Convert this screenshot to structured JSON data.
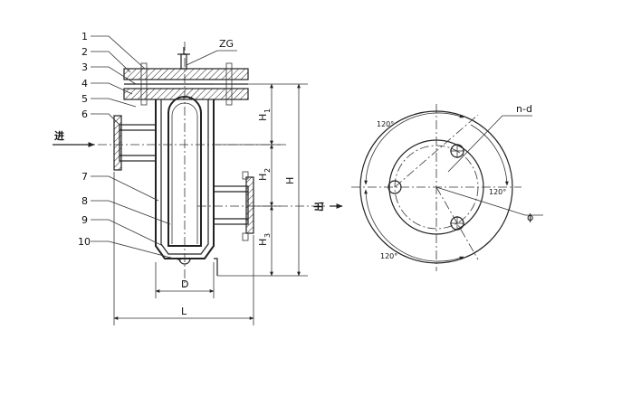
{
  "callouts": [
    "1",
    "2",
    "3",
    "4",
    "5",
    "6",
    "7",
    "8",
    "9",
    "10"
  ],
  "labels": {
    "zg": "ZG",
    "inlet": "进",
    "outlet": "出",
    "h1": "H",
    "h1_sub": "1",
    "h2": "H",
    "h2_sub": "2",
    "h3": "H",
    "h3_sub": "3",
    "h": "H",
    "d": "D",
    "l": "L",
    "nd": "n-d",
    "phi": "ϕ",
    "angle_top": "120°",
    "angle_right": "120°",
    "angle_bottom": "120°"
  }
}
